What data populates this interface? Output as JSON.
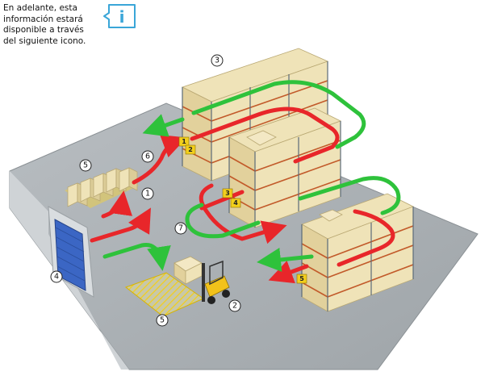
{
  "note": {
    "lines": [
      "En adelante, esta",
      "información estará",
      "disponible a través",
      "del siguiente icono."
    ]
  },
  "info_icon": {
    "glyph": "i",
    "color": "#3aa6d8",
    "name": "info-icon"
  },
  "markers": {
    "m1": "1",
    "m2": "2",
    "m3": "3",
    "m4": "4",
    "m5a": "5",
    "m5b": "5",
    "m6": "6",
    "m7": "7"
  },
  "rack_labels": {
    "r1": "1",
    "r2": "2",
    "r3": "3",
    "r4": "4",
    "r5": "5"
  },
  "colors": {
    "floor": "#a9aeb2",
    "floor_edge": "#8a9094",
    "rack_frame": "#5b6a79",
    "rack_beam": "#c25a2a",
    "pallet_box": "#efe3b8",
    "flow_red": "#e8262a",
    "flow_green": "#2ec23b",
    "label_yellow": "#f2cf1c",
    "dock_door": "#3b66c4"
  }
}
